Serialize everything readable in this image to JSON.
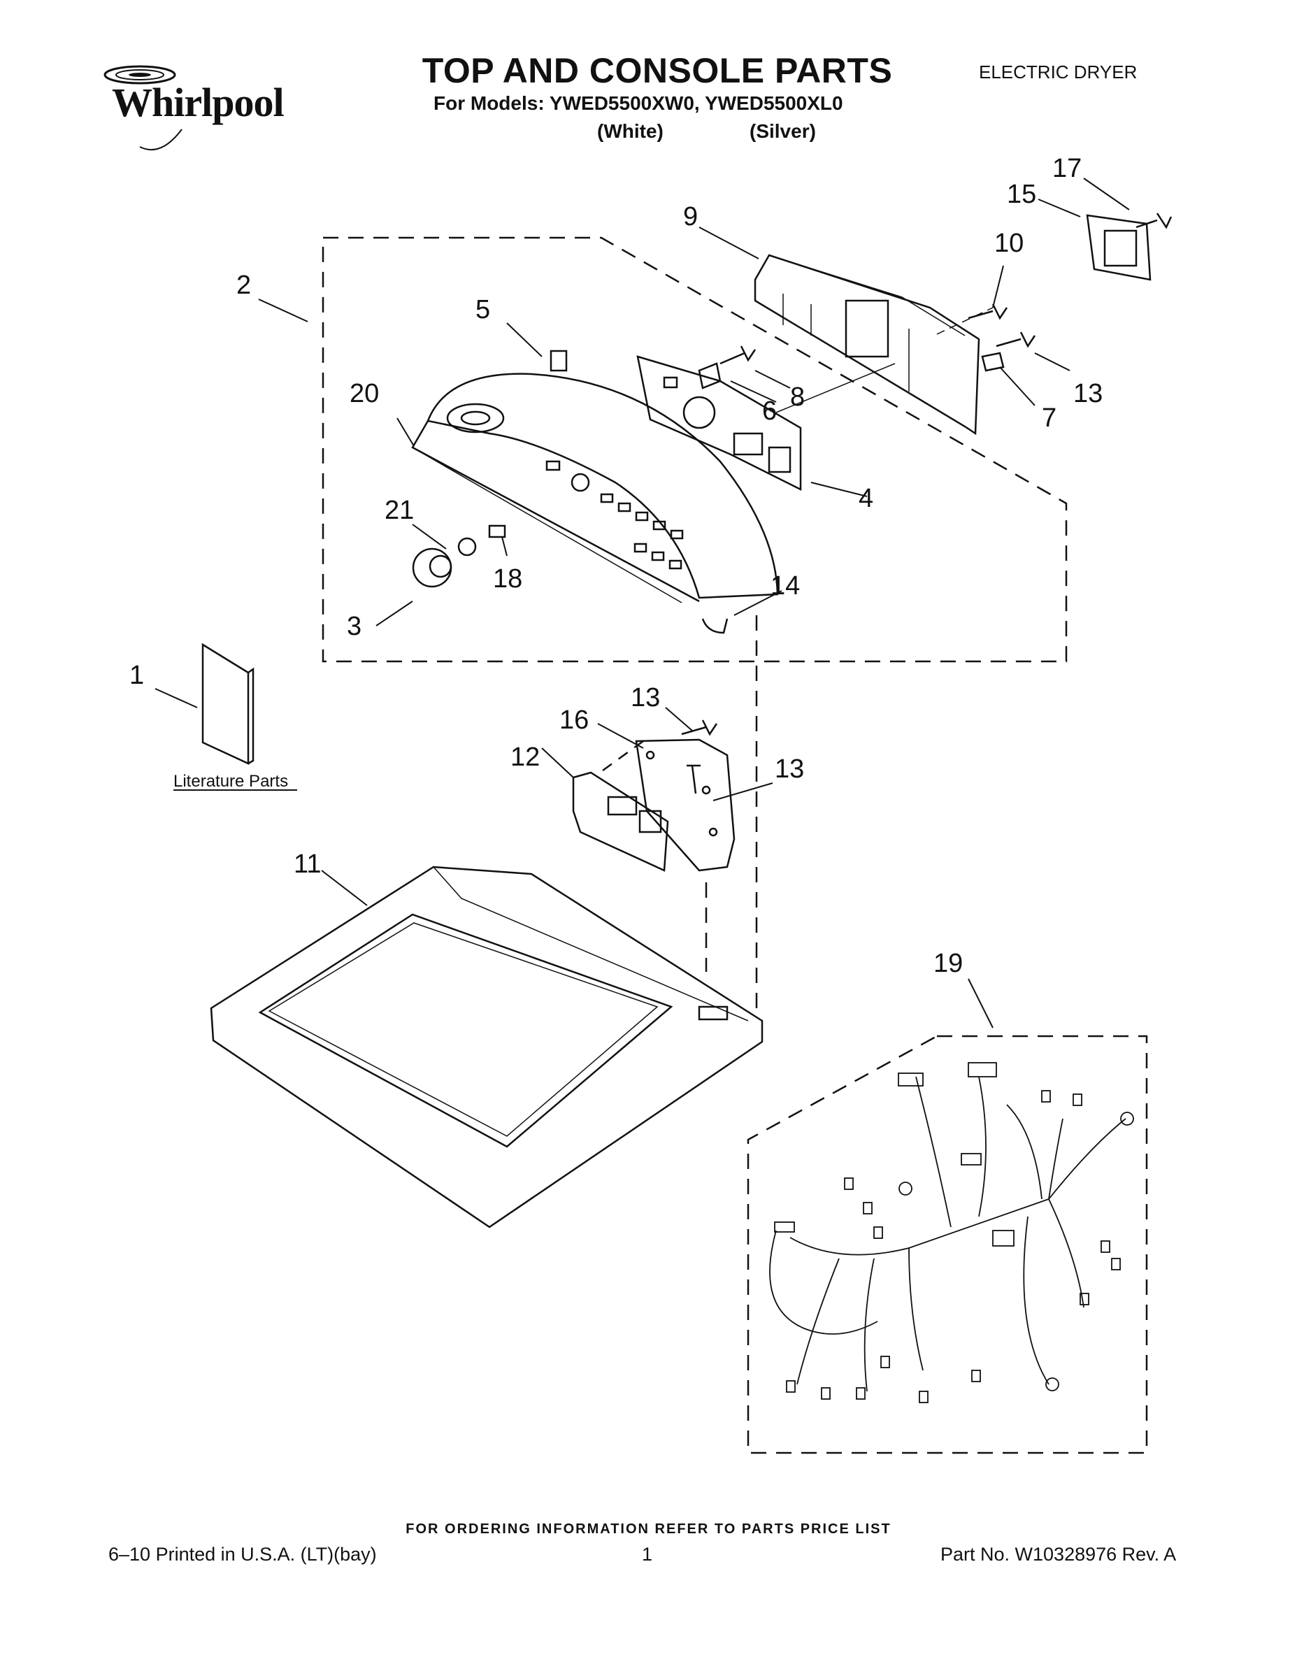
{
  "header": {
    "brand": "Whirlpool",
    "title": "TOP AND CONSOLE PARTS",
    "models_line": "For Models: YWED5500XW0, YWED5500XL0",
    "color_white": "(White)",
    "color_silver": "(Silver)",
    "doc_type": "ELECTRIC DRYER"
  },
  "diagram": {
    "callouts": {
      "c1": "1",
      "c2": "2",
      "c3": "3",
      "c4": "4",
      "c5": "5",
      "c6": "6",
      "c7": "7",
      "c8": "8",
      "c9": "9",
      "c10": "10",
      "c11": "11",
      "c12": "12",
      "c13a": "13",
      "c13b": "13",
      "c13c": "13",
      "c14": "14",
      "c15": "15",
      "c16": "16",
      "c17": "17",
      "c18": "18",
      "c19": "19",
      "c20": "20",
      "c21": "21"
    },
    "literature_label": "Literature Parts"
  },
  "footer": {
    "order_note": "FOR ORDERING INFORMATION REFER TO PARTS PRICE LIST",
    "printed": "6–10 Printed in U.S.A. (LT)(bay)",
    "page": "1",
    "part_no": "Part No. W10328976 Rev. A"
  }
}
